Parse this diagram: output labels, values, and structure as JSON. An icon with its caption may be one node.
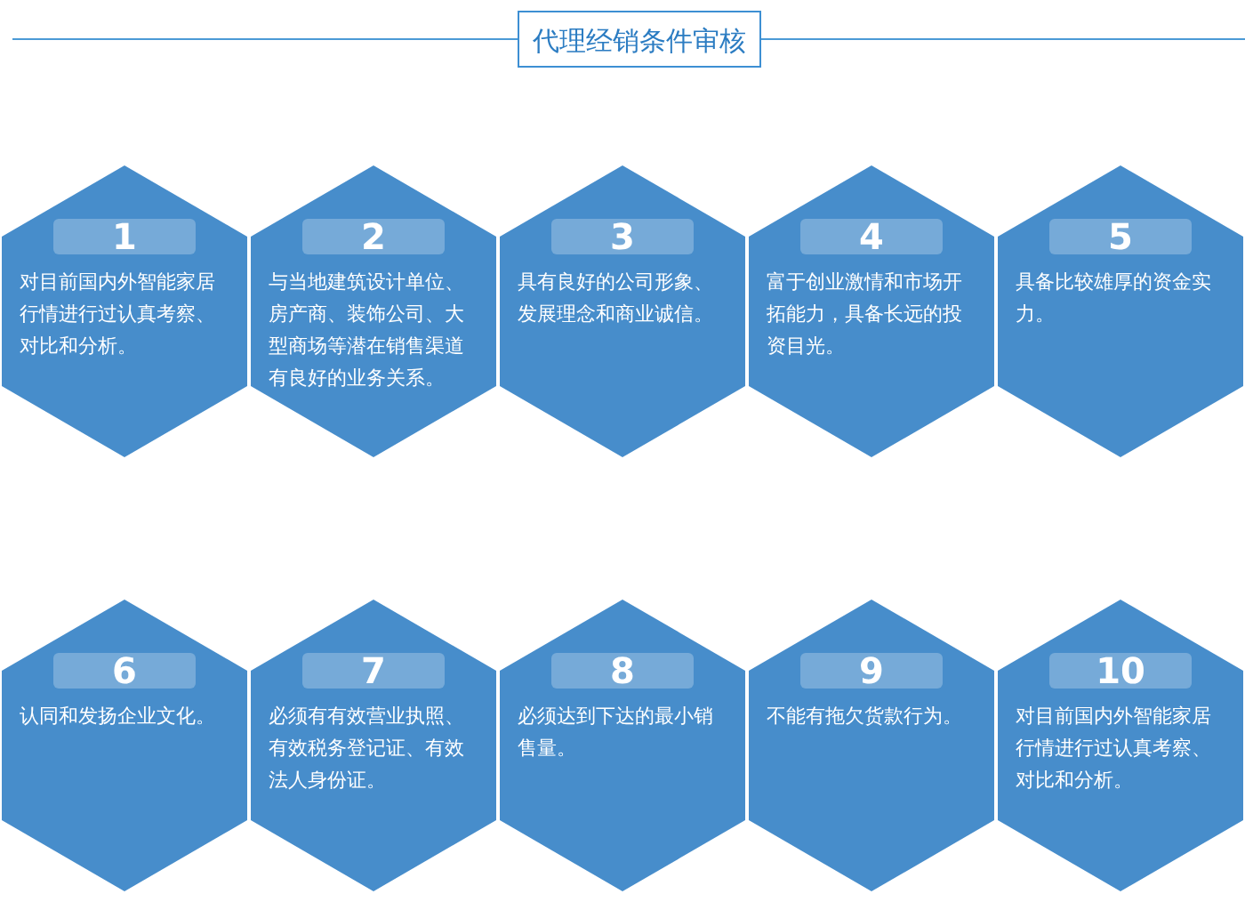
{
  "diagram": {
    "title": "代理经销条件审核",
    "nodes": [
      {
        "text": [
          "1",
          "对目前国内外智能家居行情进行过认真考察、对比和分析。"
        ]
      },
      {
        "text": [
          "2",
          "与当地建筑设计单位、房产商、装饰公司、大型商场等潜在销售渠道有良好的业务关系。"
        ]
      },
      {
        "text": [
          "3",
          "具有良好的公司形象、发展理念和商业诚信。"
        ]
      },
      {
        "text": [
          "4",
          "富于创业激情和市场开拓能力，具备长远的投资目光。"
        ]
      },
      {
        "text": [
          "5",
          "具备比较雄厚的资金实力。"
        ]
      },
      {
        "text": [
          "6",
          "认同和发扬企业文化。"
        ]
      },
      {
        "text": [
          "7",
          "必须有有效营业执照、有效税务登记证、有效法人身份证。"
        ]
      },
      {
        "text": [
          "8",
          "必须达到下达的最小销售量。"
        ]
      },
      {
        "text": [
          "9",
          "不能有拖欠货款行为。"
        ]
      },
      {
        "text": [
          "10",
          "对目前国内外智能家居行情进行过认真考察、对比和分析。"
        ]
      }
    ]
  }
}
